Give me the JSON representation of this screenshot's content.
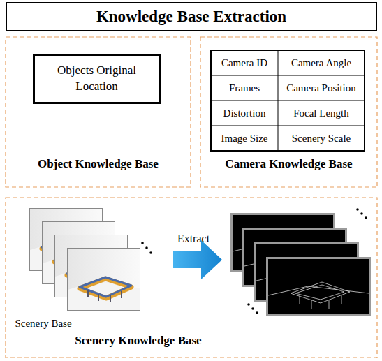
{
  "diagram": {
    "title": "Knowledge Base Extraction",
    "nodes": [
      {
        "text": [
          "Object Knowledge Base"
        ]
      },
      {
        "text": [
          "Objects Original Location"
        ],
        "in": 0
      },
      {
        "text": [
          "Camera Knowledge Base"
        ]
      },
      {
        "text": [
          "Scenery Knowledge Base"
        ]
      }
    ],
    "labels": [
      "Camera ID",
      "Camera Angle",
      "Frames",
      "Camera Position",
      "Distortion",
      "Focal Length",
      "Image Size",
      "Scenery Scale",
      "Extract",
      "Scenery Base"
    ]
  }
}
